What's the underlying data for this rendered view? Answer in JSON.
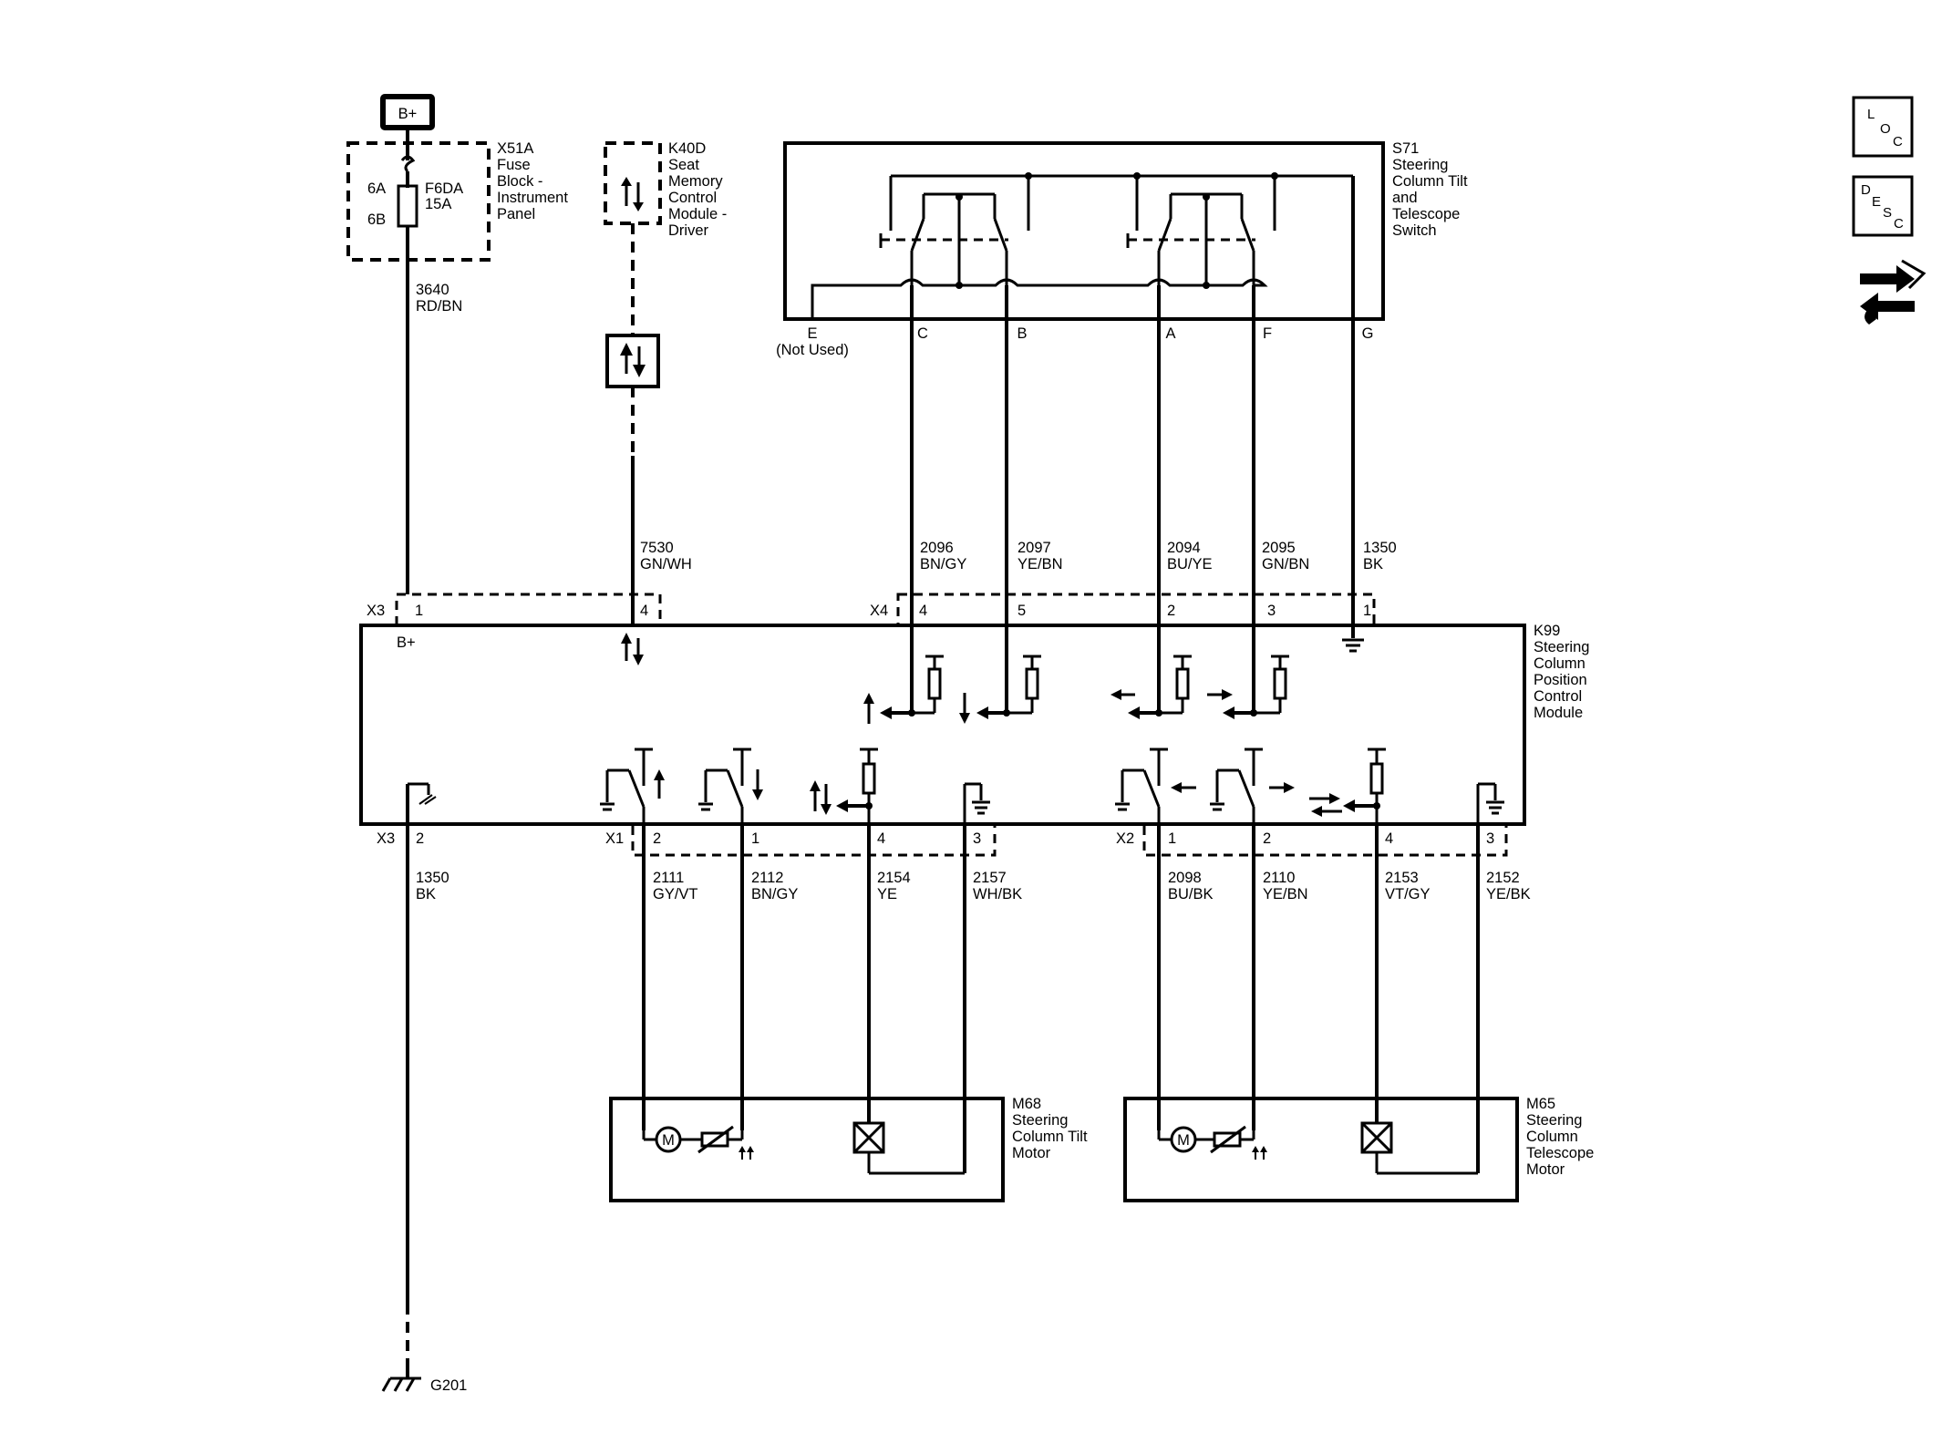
{
  "sources": {
    "bplus_box": "B+",
    "fuse_block": {
      "id": "X51A",
      "lines": [
        "Fuse",
        "Block -",
        "Instrument",
        "Panel"
      ],
      "fuse_id": "F6DA",
      "fuse_rating": "15A",
      "pin_top": "6A",
      "pin_bottom": "6B"
    },
    "seat_module": {
      "id": "K40D",
      "lines": [
        "Seat",
        "Memory",
        "Control",
        "Module -",
        "Driver"
      ]
    },
    "switch": {
      "id": "S71",
      "lines": [
        "Steering",
        "Column Tilt",
        "and",
        "Telescope",
        "Switch"
      ],
      "pins": {
        "E": "E",
        "not_used": "(Not Used)",
        "C": "C",
        "B": "B",
        "A": "A",
        "F": "F",
        "G": "G"
      }
    }
  },
  "wires_top": {
    "w3640": {
      "num": "3640",
      "color": "RD/BN"
    },
    "w7530": {
      "num": "7530",
      "color": "GN/WH"
    },
    "w2096": {
      "num": "2096",
      "color": "BN/GY"
    },
    "w2097": {
      "num": "2097",
      "color": "YE/BN"
    },
    "w2094": {
      "num": "2094",
      "color": "BU/YE"
    },
    "w2095": {
      "num": "2095",
      "color": "GN/BN"
    },
    "w1350": {
      "num": "1350",
      "color": "BK"
    }
  },
  "module": {
    "id": "K99",
    "lines": [
      "Steering",
      "Column",
      "Position",
      "Control",
      "Module"
    ],
    "bplus": "B+",
    "x3_top": {
      "label": "X3",
      "pin1": "1",
      "pin4": "4"
    },
    "x4": {
      "label": "X4",
      "pins": [
        "4",
        "5",
        "2",
        "3",
        "1"
      ]
    },
    "x3_bot": {
      "label": "X3",
      "pin": "2"
    },
    "x1": {
      "label": "X1",
      "pins": [
        "2",
        "1",
        "4",
        "3"
      ]
    },
    "x2": {
      "label": "X2",
      "pins": [
        "1",
        "2",
        "4",
        "3"
      ]
    }
  },
  "wires_bottom": {
    "w1350b": {
      "num": "1350",
      "color": "BK"
    },
    "w2111": {
      "num": "2111",
      "color": "GY/VT"
    },
    "w2112": {
      "num": "2112",
      "color": "BN/GY"
    },
    "w2154": {
      "num": "2154",
      "color": "YE"
    },
    "w2157": {
      "num": "2157",
      "color": "WH/BK"
    },
    "w2098": {
      "num": "2098",
      "color": "BU/BK"
    },
    "w2110": {
      "num": "2110",
      "color": "YE/BN"
    },
    "w2153": {
      "num": "2153",
      "color": "VT/GY"
    },
    "w2152": {
      "num": "2152",
      "color": "YE/BK"
    }
  },
  "motors": {
    "tilt": {
      "id": "M68",
      "lines": [
        "Steering",
        "Column Tilt",
        "Motor"
      ],
      "symbol": "M"
    },
    "telescope": {
      "id": "M65",
      "lines": [
        "Steering",
        "Column",
        "Telescope",
        "Motor"
      ],
      "symbol": "M"
    }
  },
  "ground": {
    "id": "G201"
  },
  "side_icons": {
    "loc": {
      "l1": "L",
      "l2": "O",
      "l3": "C",
      "icon": "loc-icon"
    },
    "desc": {
      "l1": "D",
      "l2": "E",
      "l3": "S",
      "l4": "C",
      "icon": "desc-icon"
    },
    "service": {
      "icon": "service-arrows-icon"
    }
  }
}
